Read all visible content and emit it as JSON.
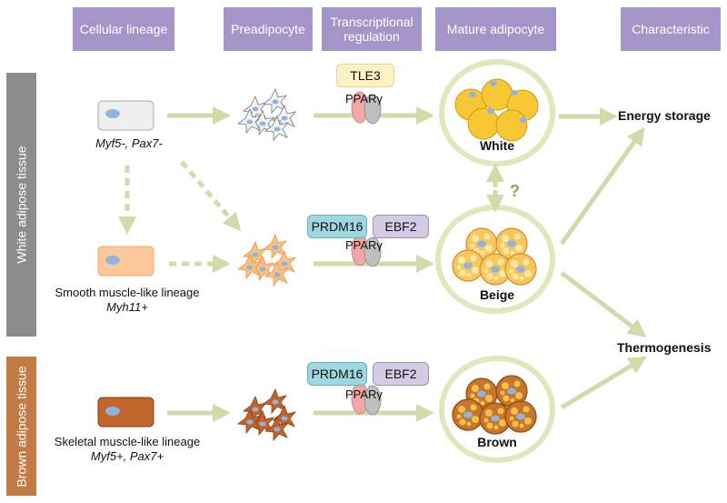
{
  "headers": {
    "lineage": "Cellular lineage",
    "preadipocyte": "Preadipocyte",
    "transcriptional": "Transcriptional regulation",
    "mature": "Mature adipocyte",
    "characteristic": "Characteristic"
  },
  "side": {
    "white": "White adipose tissue",
    "brown": "Brown adipose tissue"
  },
  "lineages": {
    "myf5neg": "Myf5-, Pax7-",
    "smooth": "Smooth muscle-like lineage",
    "smooth_marker": "Myh11+",
    "skeletal": "Skeletal muscle-like lineage",
    "skeletal_marker": "Myf5+, Pax7+"
  },
  "factors": {
    "tle3": "TLE3",
    "prdm16": "PRDM16",
    "ebf2": "EBF2",
    "pparg": "PPARγ"
  },
  "adipocytes": {
    "white": "White",
    "beige": "Beige",
    "brown": "Brown"
  },
  "outcomes": {
    "energy": "Energy storage",
    "thermo": "Thermogenesis"
  },
  "interconversion_mark": "?",
  "colors": {
    "header_bg": "#a594c8",
    "white_bar": "#8c8c8c",
    "brown_bar": "#c47a45",
    "arrow": "#cfdcaa",
    "tle3_bg": "#fdf2c4",
    "prdm16_bg": "#9fd6df",
    "ebf2_bg": "#d4cbe4",
    "white_fat": "#f7c834",
    "beige_fill": "#f5c45a",
    "brown_fill": "#c8742a"
  }
}
